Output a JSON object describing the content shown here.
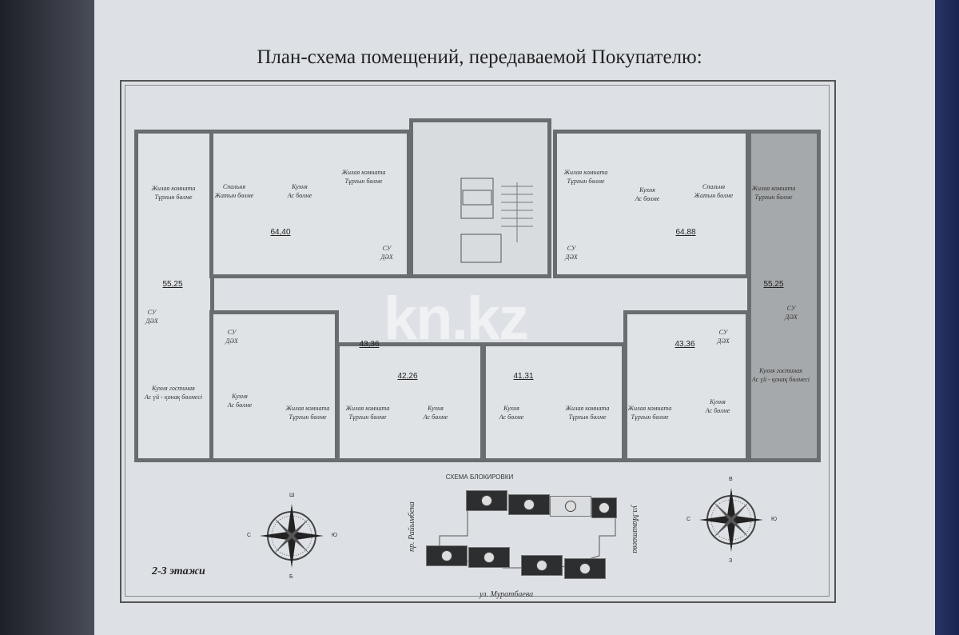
{
  "title": "План-схема помещений, передаваемой Покупателю:",
  "watermark": "kn.kz",
  "rooms": [
    {
      "area": "55,25",
      "labels": [
        "Жилая комната\nТұрғын бөлме",
        "СУ\nДӘХ",
        "Кухня гостиная\nАс үй - қонақ бөлмесі"
      ],
      "highlighted": false
    },
    {
      "area": "64,40",
      "labels": [
        "Спальня\nЖатын бөлме",
        "Кухня\nАс бөлме",
        "Жилая комната\nТұрғын бөлме",
        "СУ\nДӘХ"
      ],
      "highlighted": false
    },
    {
      "area": "64,88",
      "labels": [
        "Жилая комната\nТұрғын бөлме",
        "Кухня\nАс бөлме",
        "Спальня\nЖатын бөлме",
        "СУ\nДӘХ"
      ],
      "highlighted": false
    },
    {
      "area": "55,25",
      "labels": [
        "Жилая комната\nТұрғын бөлме",
        "СУ\nДӘХ",
        "Кухня гостиная\nАс үй - қонақ бөлмесі"
      ],
      "highlighted": true
    },
    {
      "area": "43,36",
      "labels": [
        "СУ\nДӘХ",
        "Кухня\nАс бөлме",
        "Жилая комната\nТұрғын бөлме"
      ],
      "highlighted": false
    },
    {
      "area": "42,26",
      "labels": [
        "Жилая комната\nТұрғын бөлме",
        "Кухня\nАс бөлме"
      ],
      "highlighted": false
    },
    {
      "area": "41,31",
      "labels": [
        "Кухня\nАс бөлме",
        "Жилая комната\nТұрғын бөлме"
      ],
      "highlighted": false
    },
    {
      "area": "43,36",
      "labels": [
        "СУ\nДӘХ",
        "Жилая комната\nТұрғын бөлме",
        "Кухня\nАс бөлме"
      ],
      "highlighted": false
    }
  ],
  "floor_label": "2-3 этажи",
  "scheme": {
    "title": "СХЕМА БЛОКИРОВКИ",
    "street_left": "пр. Райымбека",
    "street_right": "ул.Макатаева",
    "street_bottom": "ул. Муратбаева"
  },
  "compass_left": {
    "top": "Ш",
    "left": "С",
    "right": "Ю",
    "bottom": "Б"
  },
  "compass_right": {
    "top": "В",
    "left": "С",
    "right": "Ю",
    "bottom": "З"
  },
  "colors": {
    "paper": "#dde1e5",
    "wall": "#6a6d70",
    "highlight_room": "#a6a9ab"
  }
}
